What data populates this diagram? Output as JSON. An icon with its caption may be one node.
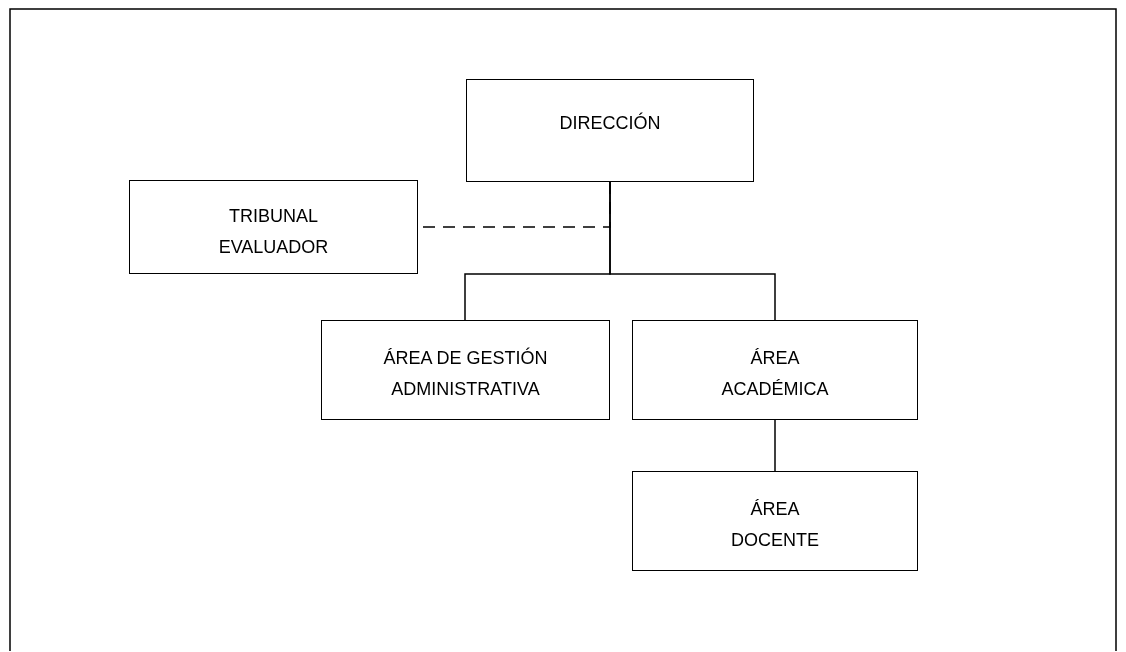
{
  "diagram": {
    "nodes": [
      {
        "text": [
          "DIRECCIÓN"
        ]
      },
      {
        "text": [
          "TRIBUNAL EVALUADOR"
        ]
      },
      {
        "text": [
          "ÁREA DE GESTIÓN ADMINISTRATIVA"
        ]
      },
      {
        "text": [
          "ÁREA ACADÉMICA"
        ]
      },
      {
        "text": [
          "ÁREA DOCENTE"
        ]
      }
    ],
    "edges": [
      {
        "from": 0,
        "to": 1,
        "arrow": "none",
        "style": "dashed"
      },
      {
        "from": 0,
        "to": 2,
        "arrow": "none"
      },
      {
        "from": 0,
        "to": 3,
        "arrow": "none"
      },
      {
        "from": 3,
        "to": 4,
        "arrow": "none"
      }
    ]
  }
}
